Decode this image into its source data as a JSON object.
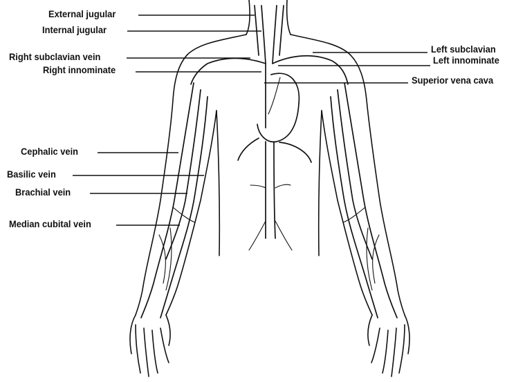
{
  "labels": {
    "external_jugular": "External jugular",
    "internal_jugular": "Internal jugular",
    "right_subclavian": "Right subclavian vein",
    "right_innominate": "Right innominate",
    "cephalic": "Cephalic vein",
    "basilic": "Basilic vein",
    "brachial": "Brachial vein",
    "median_cubital": "Median cubital vein",
    "left_subclavian": "Left subclavian",
    "left_innominate": "Left innominate",
    "superior_vena_cava": "Superior vena cava"
  }
}
